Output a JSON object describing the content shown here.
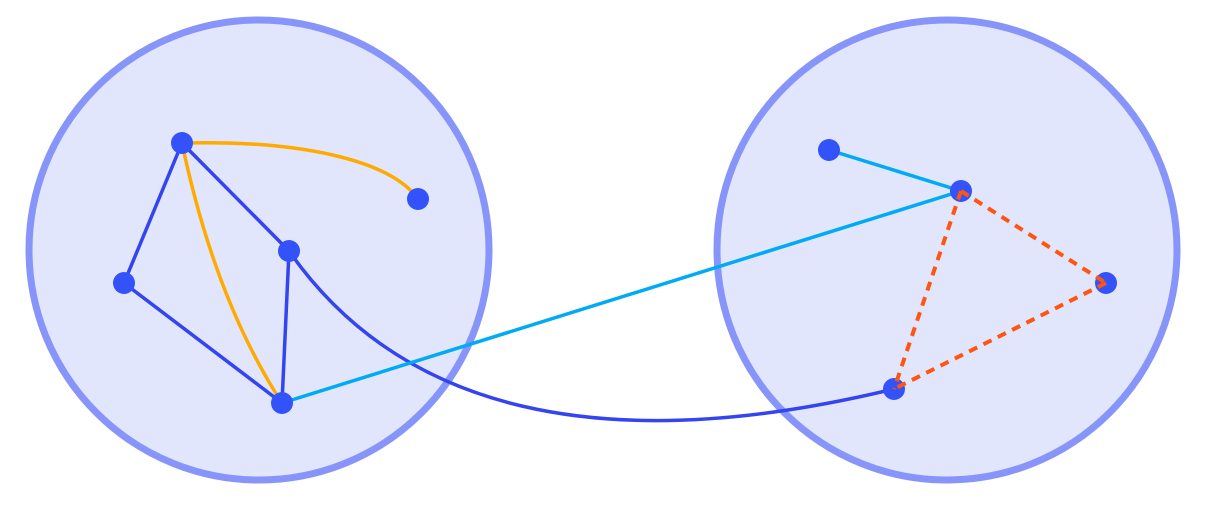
{
  "colors": {
    "cluster_fill": "#e1e6fc",
    "cluster_stroke": "#8795fa",
    "node": "#3352fa",
    "edge_intra": "#3344f0",
    "edge_highlight": "#ffaa00",
    "edge_bridge": "#00aaf5",
    "edge_dashed": "#ff5511"
  },
  "clusters": [
    {
      "id": "left",
      "nodes": [
        "a",
        "b",
        "c",
        "d",
        "e"
      ]
    },
    {
      "id": "right",
      "nodes": [
        "f",
        "g",
        "h",
        "i"
      ]
    }
  ],
  "edges": [
    {
      "from": "a",
      "to": "b",
      "style": "highlight",
      "curved": true
    },
    {
      "from": "a",
      "to": "e",
      "style": "highlight",
      "curved": true
    },
    {
      "from": "a",
      "to": "d",
      "style": "intra"
    },
    {
      "from": "a",
      "to": "c",
      "style": "intra"
    },
    {
      "from": "c",
      "to": "e",
      "style": "intra"
    },
    {
      "from": "d",
      "to": "e",
      "style": "intra"
    },
    {
      "from": "c",
      "to": "i",
      "style": "intra",
      "curved": true
    },
    {
      "from": "e",
      "to": "g",
      "style": "bridge"
    },
    {
      "from": "f",
      "to": "g",
      "style": "bridge"
    },
    {
      "from": "g",
      "to": "h",
      "style": "dashed"
    },
    {
      "from": "g",
      "to": "i",
      "style": "dashed"
    },
    {
      "from": "h",
      "to": "i",
      "style": "dashed"
    }
  ]
}
